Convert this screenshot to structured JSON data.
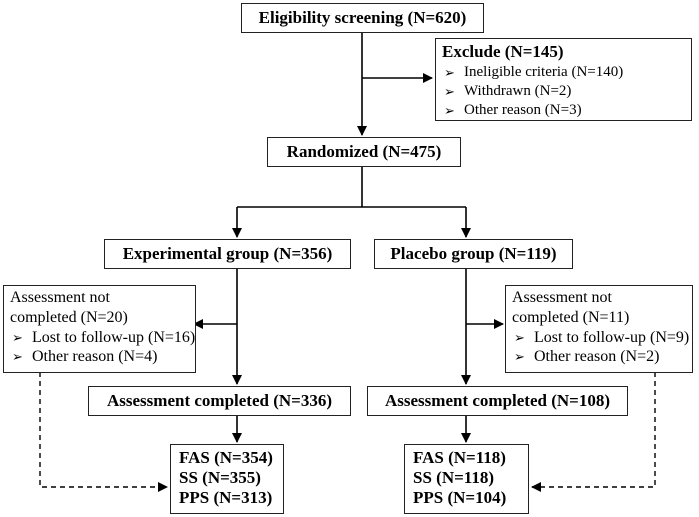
{
  "screening": {
    "title": "Eligibility screening (N=620)"
  },
  "exclude": {
    "title": "Exclude (N=145)",
    "items": [
      "Ineligible criteria (N=140)",
      "Withdrawn (N=2)",
      "Other reason (N=3)"
    ]
  },
  "randomized": {
    "title": "Randomized (N=475)"
  },
  "experimental": {
    "group_title": "Experimental group (N=356)",
    "not_completed": {
      "title_line1": "Assessment not",
      "title_line2": "completed (N=20)",
      "items": [
        "Lost to follow-up (N=16)",
        "Other reason (N=4)"
      ]
    },
    "completed": "Assessment completed (N=336)",
    "populations": [
      "FAS (N=354)",
      "SS (N=355)",
      "PPS (N=313)"
    ]
  },
  "placebo": {
    "group_title": "Placebo group (N=119)",
    "not_completed": {
      "title_line1": "Assessment not",
      "title_line2": "completed (N=11)",
      "items": [
        "Lost to follow-up (N=9)",
        "Other reason (N=2)"
      ]
    },
    "completed": "Assessment completed (N=108)",
    "populations": [
      "FAS (N=118)",
      "SS (N=118)",
      "PPS (N=104)"
    ]
  },
  "bullet_glyph": "➢"
}
